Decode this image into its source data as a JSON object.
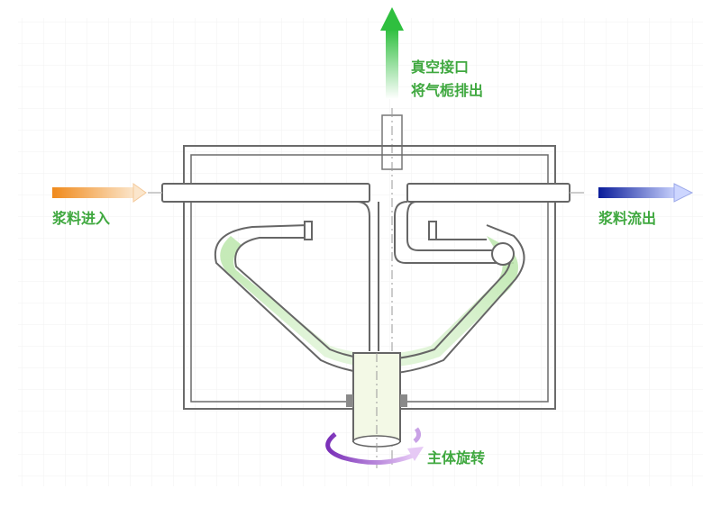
{
  "labels": {
    "vacuum_line1": "真空接口",
    "vacuum_line2": "将气栀排出",
    "inlet": "浆料进入",
    "outlet": "浆料流出",
    "rotation": "主体旋转"
  },
  "colors": {
    "label_text": "#3fa83f",
    "inlet_arrow": "#f08a1c",
    "outlet_arrow": "#1a2fb0",
    "vacuum_arrow": "#2fbf3f",
    "rotation_arrow": "#a24bd0",
    "liquid_fill": "#cdeec0",
    "housing_stroke": "#6b6b6b"
  },
  "icons": {
    "vacuum": "arrow-up-icon",
    "inlet": "arrow-right-icon",
    "outlet": "arrow-right-icon",
    "rotation": "rotate-icon"
  }
}
